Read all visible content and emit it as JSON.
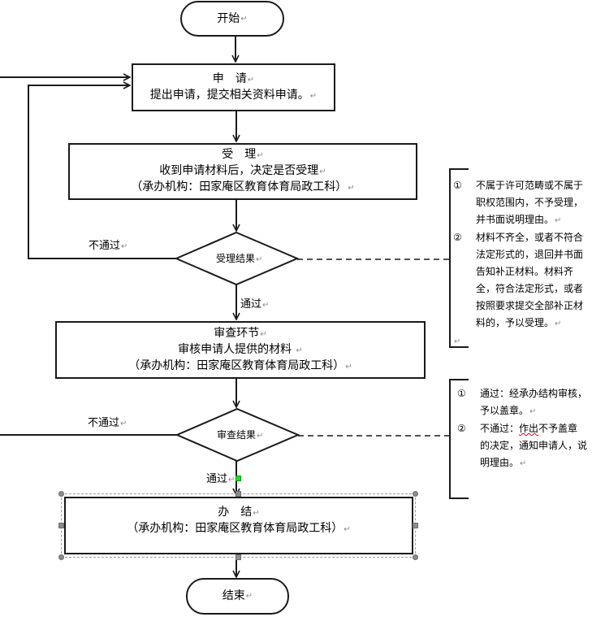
{
  "return_mark": "↵",
  "flowchart": {
    "start": {
      "label": "开始"
    },
    "apply": {
      "title": "申　请",
      "desc": "提出申请，提交相关资料申请。"
    },
    "accept": {
      "title": "受　理",
      "desc": "收到申请材料后，决定是否受理",
      "agency": "（承办机构：田家庵区教育体育局政工科）"
    },
    "accept_decision": {
      "label": "受理结果"
    },
    "review": {
      "title": "审查环节",
      "desc": "审核申请人提供的材料 ",
      "agency": "（承办机构：田家庵区教育体育局政工科）"
    },
    "review_decision": {
      "label": "审查结果"
    },
    "finish": {
      "title": "办　结",
      "agency": "（承办机构：田家庵区教育体育局政工科）"
    },
    "end": {
      "label": "结束"
    },
    "edges": {
      "accept_fail": "不通过",
      "accept_pass": "通过",
      "review_fail": "不通过",
      "review_pass": "通过"
    }
  },
  "notes": {
    "accept_note": {
      "items": [
        {
          "num": "①",
          "text": "不属于许可范畴或不属于职权范围内，不予受理，并书面说明理由。"
        },
        {
          "num": "②",
          "text": "材料不齐全，或者不符合法定形式的，退回并书面告知补正材料。材料齐全，符合法定形式，或者按照要求提交全部补正材料的，予以受理。"
        }
      ]
    },
    "review_note": {
      "items": [
        {
          "num": "①",
          "text": "通过：经承办结构审核，予以盖章。"
        },
        {
          "num": "②",
          "text_pre": "不通过：",
          "text_flag": "作出",
          "text_post": "不予盖章的决定，通知申请人，说明理由。"
        }
      ]
    }
  }
}
